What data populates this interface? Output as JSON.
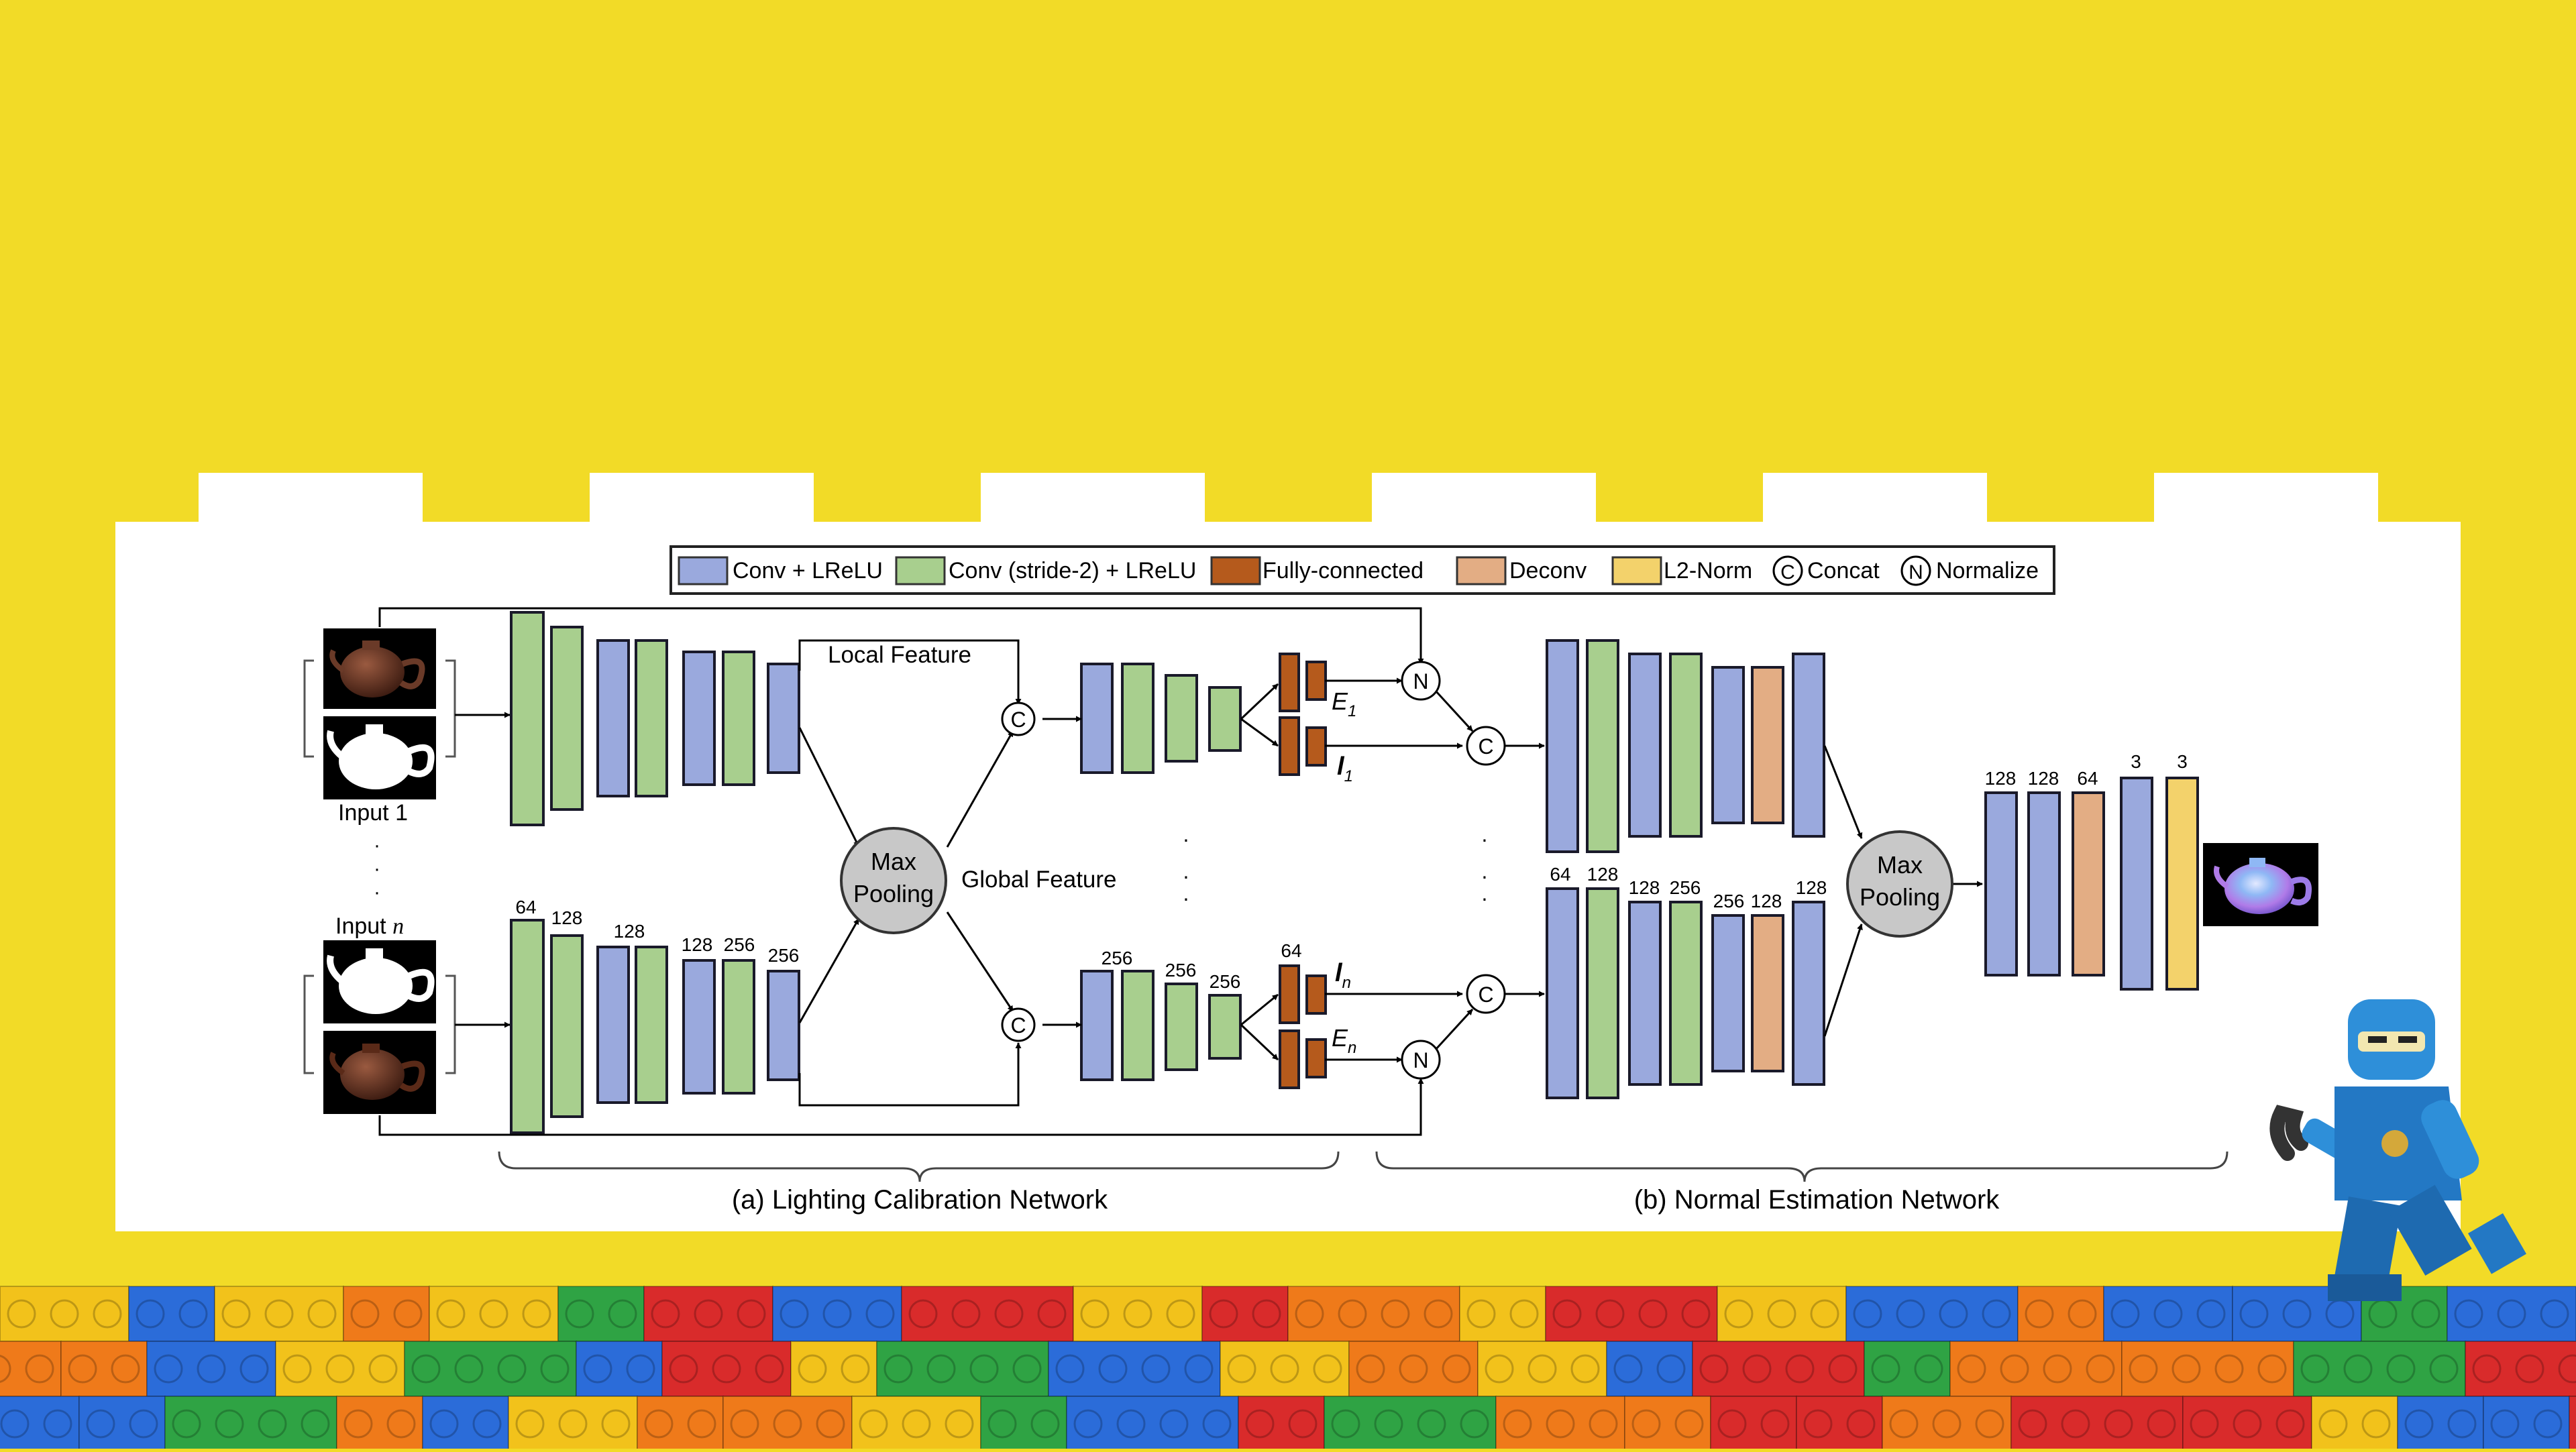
{
  "colors": {
    "background": "#F2DB27",
    "conv": "#9AA9DD",
    "conv_stride2": "#A8CF8E",
    "fc": "#B55A1C",
    "deconv": "#E3AD84",
    "l2norm": "#F3D26B",
    "pooling": "#C8C8C8",
    "teapot_dark": "#6A3A28",
    "normal_map": "#9C7BE8"
  },
  "legend": {
    "conv": "Conv + LReLU",
    "conv_stride2": "Conv (stride-2) + LReLU",
    "fc": "Fully-connected",
    "deconv": "Deconv",
    "l2norm": "L2-Norm",
    "concat_symbol": "C",
    "concat": "Concat",
    "normalize_symbol": "N",
    "normalize": "Normalize"
  },
  "inputs": {
    "first": "Input 1",
    "last_prefix": "Input ",
    "last_index": "n",
    "dots": "·"
  },
  "labels": {
    "local_feature": "Local Feature",
    "global_feature": "Global Feature",
    "max_pooling_line1": "Max",
    "max_pooling_line2": "Pooling",
    "concat": "C",
    "normalize": "N",
    "E_base": "E",
    "l_base": "l",
    "sub_1": "1",
    "sub_n": "n",
    "dots": "·"
  },
  "channels": {
    "enc": [
      "64",
      "128",
      "128",
      "128",
      "256",
      "256"
    ],
    "calib": [
      "256",
      "256",
      "256"
    ],
    "fc": "64",
    "normal": [
      "64",
      "128",
      "128",
      "256",
      "256",
      "128",
      "128"
    ],
    "head": [
      "128",
      "128",
      "64",
      "3",
      "3"
    ]
  },
  "captions": {
    "a": "(a) Lighting Calibration Network",
    "b": "(b) Normal Estimation Network"
  }
}
